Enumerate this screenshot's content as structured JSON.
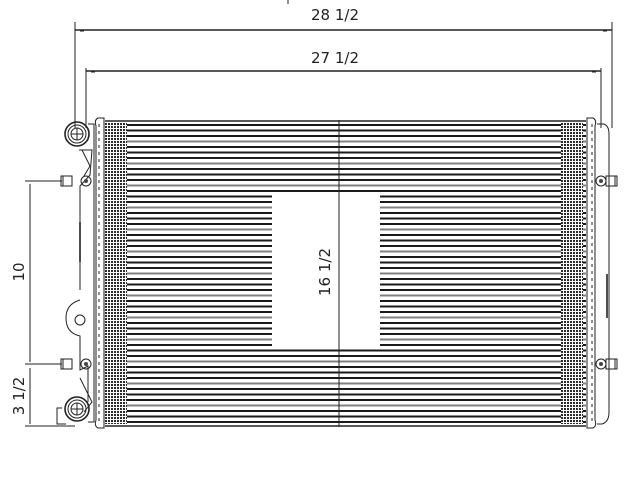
{
  "drawing": {
    "subject": "Radiator",
    "view": "front elevation",
    "units": "inches",
    "line_color": "#222222",
    "background_color": "#ffffff"
  },
  "dimensions": {
    "overall_width": {
      "label": "28 1/2",
      "value": 28.5,
      "orientation": "horizontal"
    },
    "core_width": {
      "label": "27 1/2",
      "value": 27.5,
      "orientation": "horizontal"
    },
    "core_height": {
      "label": "16 1/2",
      "value": 16.5,
      "orientation": "vertical"
    },
    "mount_spacing": {
      "label": "10",
      "value": 10,
      "orientation": "vertical"
    },
    "lower_mount_offset": {
      "label": "3 1/2",
      "value": 3.5,
      "orientation": "vertical"
    }
  },
  "components": {
    "left_tank": {
      "label": "Left tank",
      "has_inlet": true,
      "has_outlet": true
    },
    "right_tank": {
      "label": "Right tank"
    },
    "core": {
      "label": "Core (tubes and fins)"
    },
    "upper_pipe": {
      "label": "Upper hose neck"
    },
    "lower_pipe": {
      "label": "Lower hose neck"
    },
    "mount_pins": [
      "upper-left",
      "lower-left",
      "upper-right",
      "lower-right"
    ]
  }
}
